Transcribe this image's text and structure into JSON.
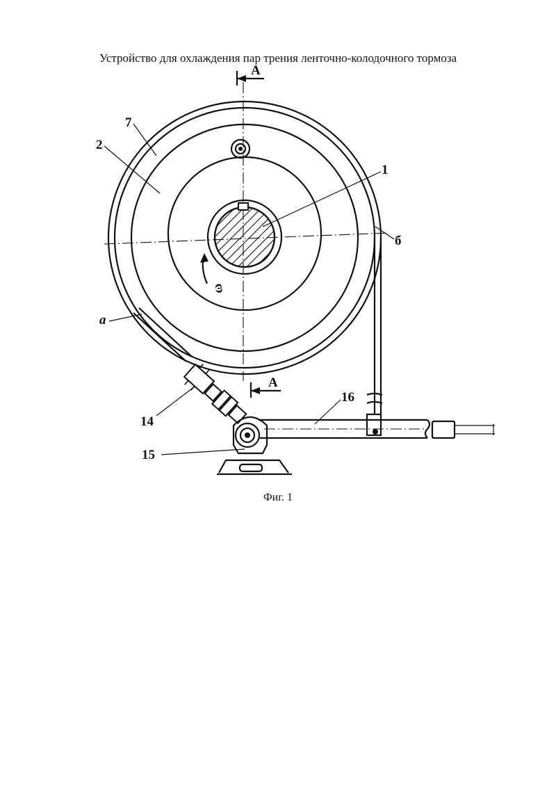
{
  "title": "Устройство для охлаждения пар трения ленточно-колодочного тормоза",
  "caption": "Фиг. 1",
  "labels": {
    "section_top": "А",
    "section_bottom": "А",
    "l1": "1",
    "l2": "2",
    "l7": "7",
    "l6": "б",
    "la": "а",
    "l14": "14",
    "l15": "15",
    "l16": "16",
    "omega": "ω"
  }
}
